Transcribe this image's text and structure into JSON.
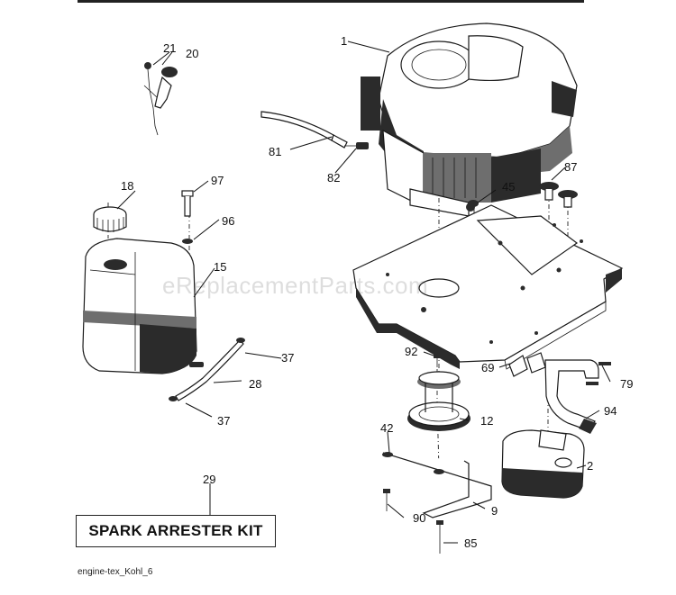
{
  "part_numbers": {
    "engine": "1",
    "muffler": "2",
    "pulley": "12",
    "fuel_tank": "15",
    "tank_cap": "18",
    "dipstick": "20",
    "dipstick_screw": "21",
    "fuel_line": "28",
    "spark_kit": "29",
    "clamp_upper": "37",
    "clamp_lower": "37",
    "bolt_42": "42",
    "nut_45": "45",
    "exhaust_gasket": "69",
    "bracket": "9",
    "bolt_79": "79",
    "hose_81": "81",
    "fitting_82": "82",
    "bolt_85": "85",
    "knob_87": "87",
    "bolt_90": "90",
    "bolt_92": "92",
    "exhaust_pipe": "94",
    "washer_96": "96",
    "bolt_97": "97"
  },
  "kit": {
    "label": "SPARK ARRESTER KIT"
  },
  "caption": "engine-tex_Kohl_6",
  "watermark": "eReplacementParts.com"
}
